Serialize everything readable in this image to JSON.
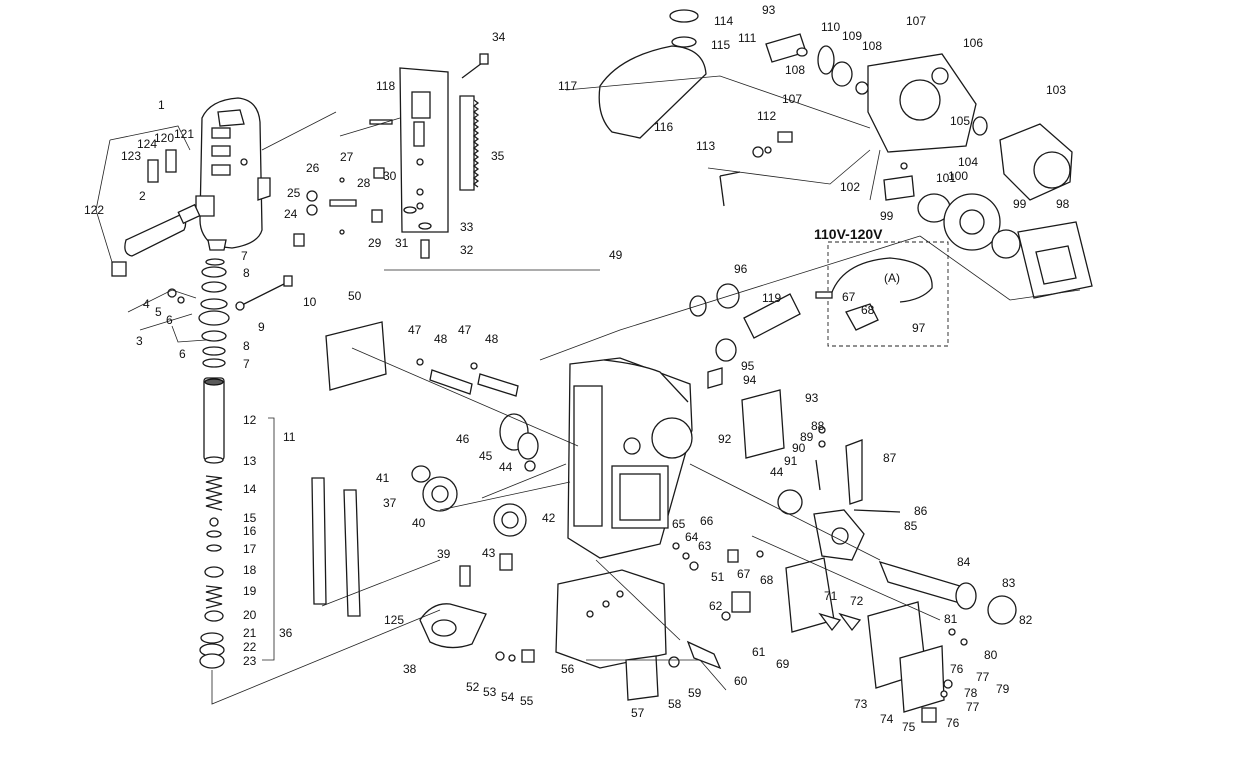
{
  "voltage_label": "110V-120V",
  "plug_option_label": "(A)",
  "callouts": [
    "1",
    "2",
    "3",
    "4",
    "5",
    "6",
    "7",
    "8",
    "9",
    "10",
    "11",
    "12",
    "13",
    "14",
    "15",
    "16",
    "17",
    "18",
    "19",
    "20",
    "21",
    "22",
    "23",
    "24",
    "25",
    "26",
    "27",
    "28",
    "29",
    "30",
    "31",
    "32",
    "33",
    "34",
    "35",
    "36",
    "37",
    "38",
    "39",
    "40",
    "41",
    "42",
    "43",
    "44",
    "45",
    "46",
    "47",
    "48",
    "49",
    "50",
    "51",
    "52",
    "53",
    "54",
    "55",
    "56",
    "57",
    "58",
    "59",
    "60",
    "61",
    "62",
    "63",
    "64",
    "65",
    "66",
    "67",
    "68",
    "69",
    "71",
    "72",
    "73",
    "74",
    "75",
    "76",
    "77",
    "78",
    "79",
    "80",
    "81",
    "82",
    "83",
    "84",
    "85",
    "86",
    "87",
    "88",
    "89",
    "90",
    "91",
    "92",
    "93",
    "94",
    "95",
    "96",
    "97",
    "98",
    "99",
    "100",
    "101",
    "102",
    "103",
    "104",
    "105",
    "106",
    "107",
    "108",
    "109",
    "110",
    "111",
    "112",
    "113",
    "114",
    "115",
    "116",
    "117",
    "118",
    "119",
    "120",
    "121",
    "122",
    "123",
    "124",
    "125"
  ]
}
